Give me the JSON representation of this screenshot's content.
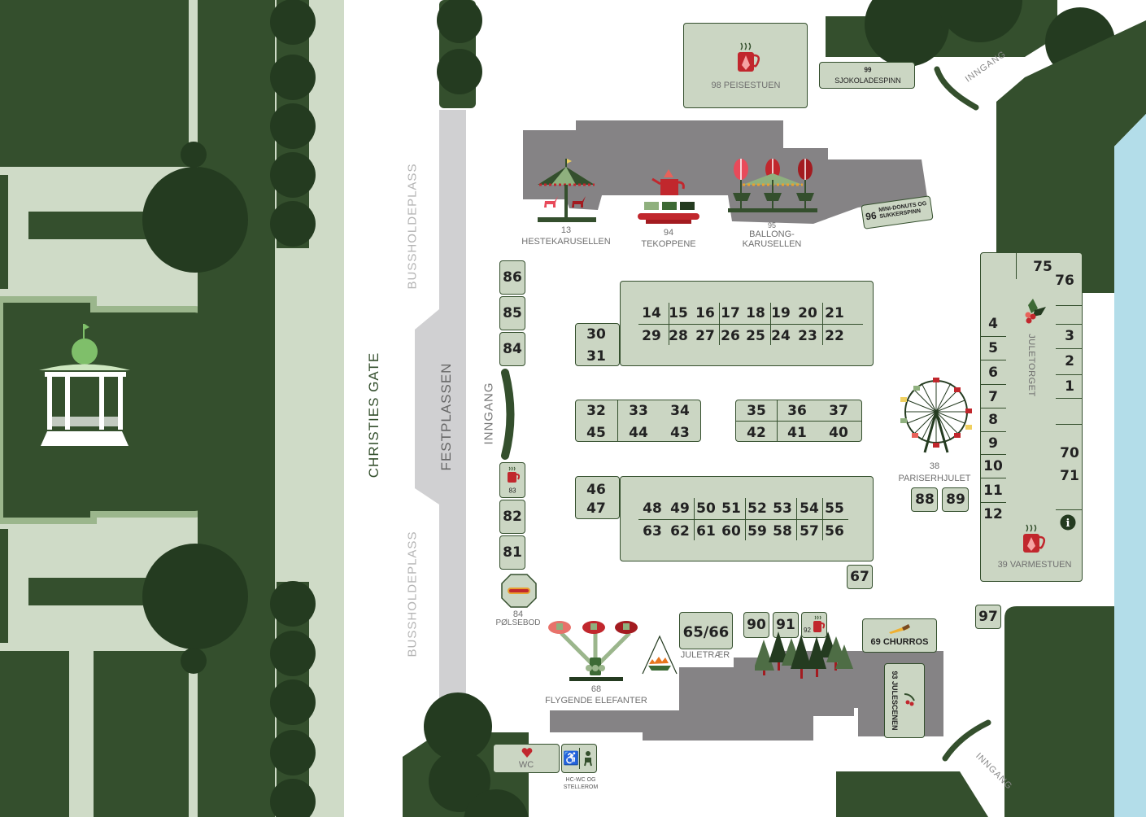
{
  "streets": {
    "christies_gate": "CHRISTIES GATE",
    "festplassen": "FESTPLASSEN",
    "bus_stop_top": "BUSSHOLDEPLASS",
    "bus_stop_bottom": "BUSSHOLDEPLASS",
    "entrance_west": "INNGANG",
    "entrance_ne": "INNGANG",
    "entrance_se": "INNGANG"
  },
  "attractions": {
    "hestekarusellen": {
      "num": "13",
      "name": "HESTEKARUSELLEN"
    },
    "tekoppene": {
      "num": "94",
      "name": "TEKOPPENE"
    },
    "ballongkarusellen": {
      "num": "95",
      "name1": "BALLONG-",
      "name2": "KARUSELLEN"
    },
    "pariserhjulet": {
      "num": "38",
      "name": "PARISERHJULET"
    },
    "polsebod": {
      "num": "84",
      "name": "PØLSEBOD"
    },
    "flygende_elefanter": {
      "num": "68",
      "name": "FLYGENDE ELEFANTER"
    },
    "juletraer": {
      "label": "JULETRÆR"
    }
  },
  "places": {
    "peisestuen": "98 PEISESTUEN",
    "sjokoladespinn_num": "99",
    "sjokoladespinn": "SJOKOLADESPINN",
    "minidonuts_num": "96",
    "minidonuts": "MINI-DONUTS OG SUKKERSPINN",
    "churros": "69 CHURROS",
    "julescenen": "93 JULESCENEN",
    "juletorget": "JULETORGET",
    "varmestuen": "39 VARMESTUEN",
    "wc": "WC",
    "hc_wc": "HC-WC OG STELLEROM",
    "stall_83": "83",
    "stall_92": "92"
  },
  "stalls": {
    "west": [
      "86",
      "85",
      "84",
      "82",
      "81"
    ],
    "b30": [
      "30",
      "31"
    ],
    "row_a_top": [
      "14",
      "15",
      "16",
      "17",
      "18",
      "19",
      "20",
      "21"
    ],
    "row_a_bottom": [
      "29",
      "28",
      "27",
      "26",
      "25",
      "24",
      "23",
      "22"
    ],
    "row_b_left_top": [
      "32",
      "33",
      "34"
    ],
    "row_b_left_bottom": [
      "45",
      "44",
      "43"
    ],
    "row_b_right_top": [
      "35",
      "36",
      "37"
    ],
    "row_b_right_bottom": [
      "42",
      "41",
      "40"
    ],
    "b46": [
      "46",
      "47"
    ],
    "row_c_top": [
      "48",
      "49",
      "50",
      "51",
      "52",
      "53",
      "54",
      "55"
    ],
    "row_c_bottom": [
      "63",
      "62",
      "61",
      "60",
      "59",
      "58",
      "57",
      "56"
    ],
    "s67": "67",
    "s88": "88",
    "s89": "89",
    "s97": "97",
    "s6566": "65/66",
    "s90": "90",
    "s91": "91",
    "juletorget_left": [
      "4",
      "5",
      "6",
      "7",
      "8",
      "9",
      "10",
      "11",
      "12"
    ],
    "juletorget_right": {
      "s75": "75",
      "s76": "76",
      "s3": "3",
      "s2": "2",
      "s1": "1",
      "s70": "70",
      "s71": "71"
    }
  },
  "colors": {
    "park": "#344f2d",
    "tree": "#243b20",
    "path": "#cfdbc7",
    "stall": "#cbd6c3",
    "plaza": "#858385",
    "road": "#d0d0d2",
    "water": "#b3dde9",
    "red": "#c1272d"
  }
}
